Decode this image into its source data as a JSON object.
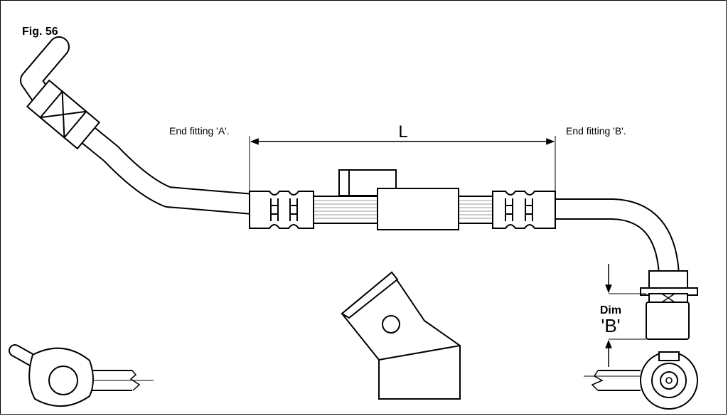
{
  "figure": {
    "label": "Fig. 56",
    "end_fitting_a": "End fitting 'A'.",
    "end_fitting_b": "End fitting 'B'.",
    "length_label": "L",
    "dim_label": "Dim",
    "dim_value": "'B'"
  },
  "colors": {
    "line": "#000000",
    "fill": "#ffffff",
    "hatch": "#9a9a9a"
  }
}
